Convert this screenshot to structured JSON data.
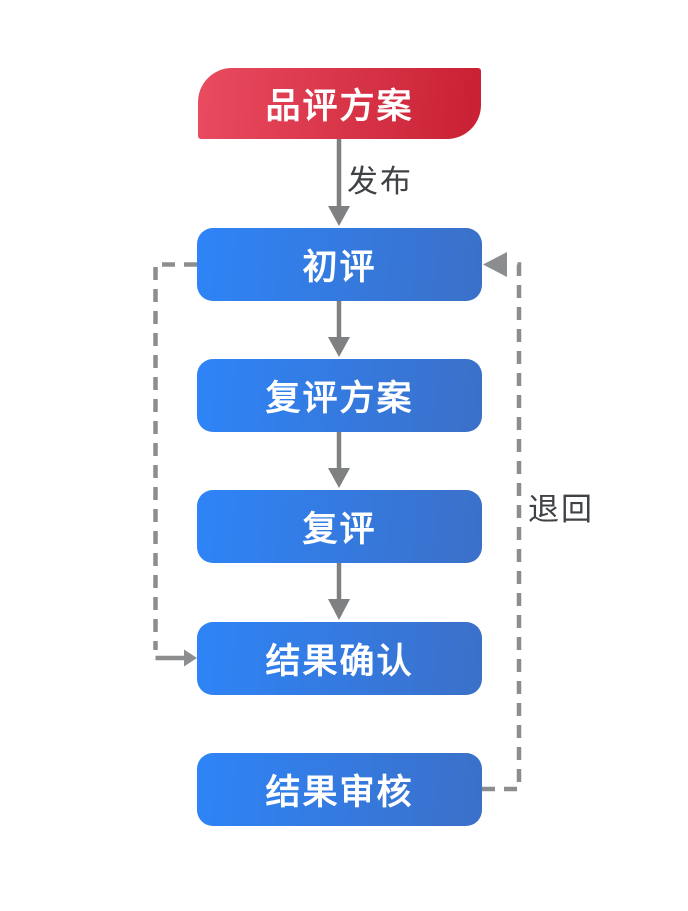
{
  "flowchart": {
    "nodes": [
      {
        "id": "plan",
        "label": "品评方案",
        "type": "start"
      },
      {
        "id": "initial-review",
        "label": "初评",
        "type": "process"
      },
      {
        "id": "re-evaluation-plan",
        "label": "复评方案",
        "type": "process"
      },
      {
        "id": "re-evaluation",
        "label": "复评",
        "type": "process"
      },
      {
        "id": "result-confirmation",
        "label": "结果确认",
        "type": "process"
      },
      {
        "id": "result-audit",
        "label": "结果审核",
        "type": "process"
      }
    ],
    "edge_labels": {
      "publish": "发布",
      "return": "退回"
    },
    "colors": {
      "start_node_gradient_from": "#E94B60",
      "start_node_gradient_to": "#C92033",
      "process_node_gradient_from": "#2E84F7",
      "process_node_gradient_to": "#3B70C8",
      "arrow": "#7E8082",
      "dashed_line": "#8B8D8F",
      "edge_label_text": "#3F4246",
      "node_text": "#FFFFFF",
      "background": "#FFFFFF"
    }
  }
}
